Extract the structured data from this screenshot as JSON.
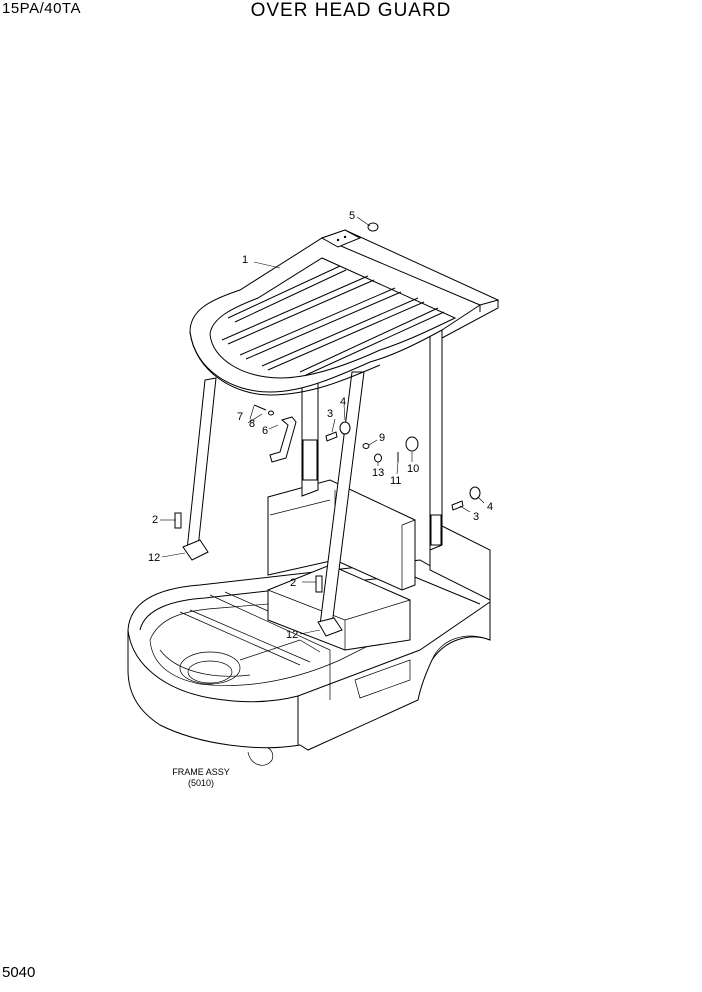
{
  "header": {
    "model": "15PA/40TA",
    "title": "OVER HEAD GUARD"
  },
  "footer": {
    "page_number": "5040"
  },
  "callouts": {
    "c1": "1",
    "c2a": "2",
    "c2b": "2",
    "c3a": "3",
    "c3b": "3",
    "c4a": "4",
    "c4b": "4",
    "c5": "5",
    "c6": "6",
    "c7": "7",
    "c8": "8",
    "c9": "9",
    "c10": "10",
    "c11": "11",
    "c12a": "12",
    "c12b": "12",
    "c13": "13"
  },
  "frame_note": {
    "line1": "FRAME ASSY",
    "line2": "(5010)"
  }
}
